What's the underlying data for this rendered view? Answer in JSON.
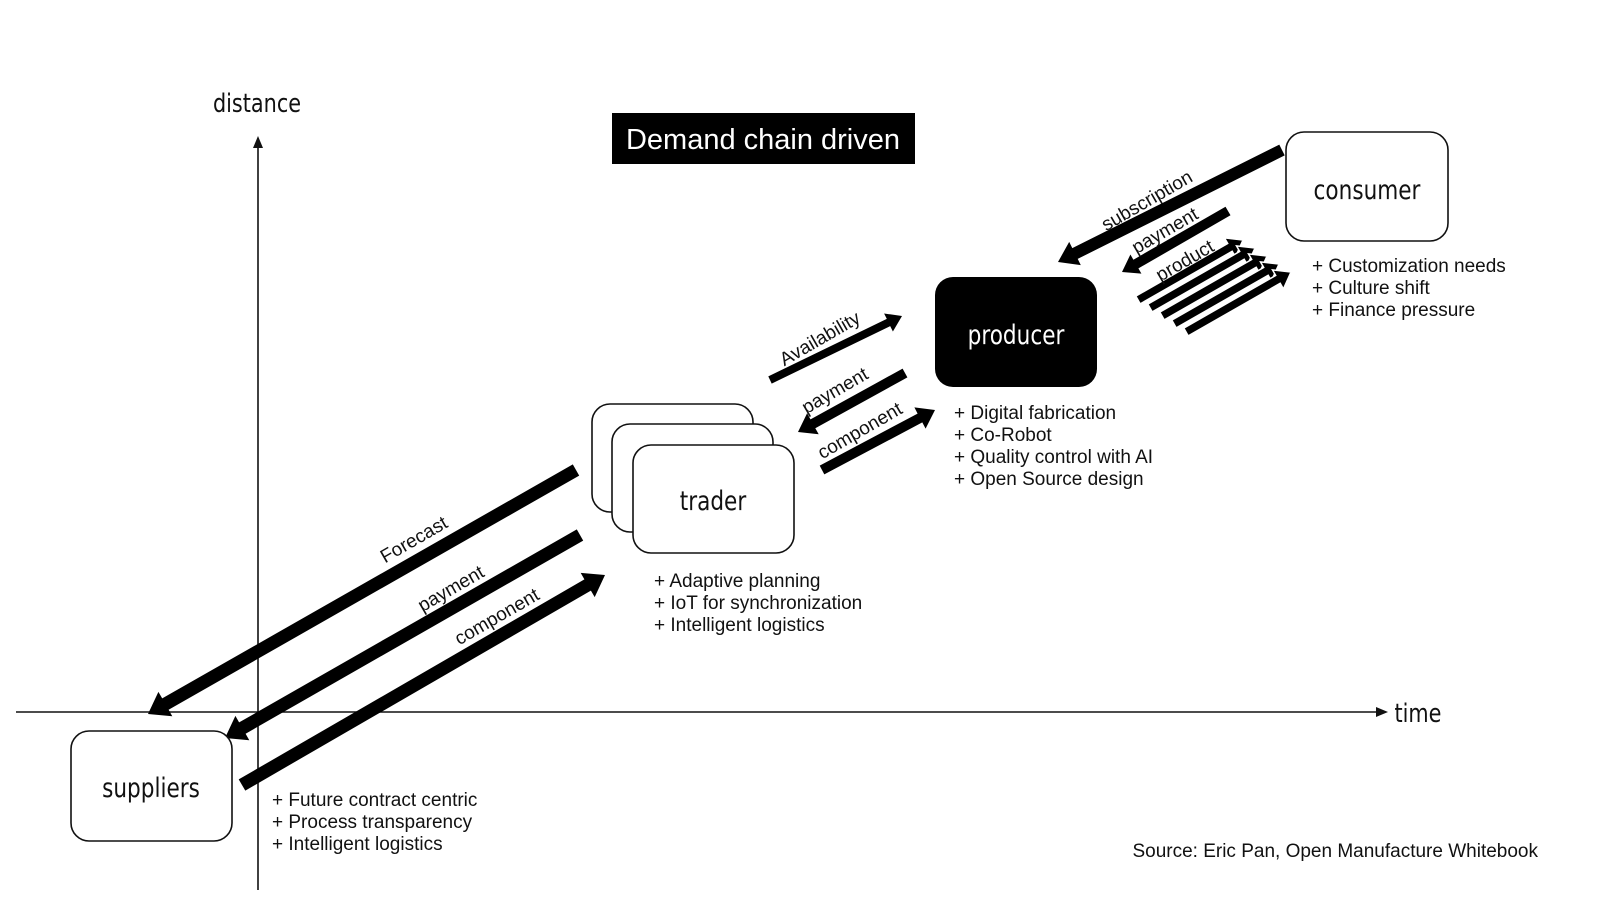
{
  "title": "Demand chain driven",
  "axes": {
    "y_label": "distance",
    "x_label": "time"
  },
  "nodes": {
    "suppliers": {
      "label": "suppliers",
      "notes": [
        "+ Future contract centric",
        "+ Process transparency",
        "+ Intelligent logistics"
      ]
    },
    "trader": {
      "label": "trader",
      "notes": [
        "+ Adaptive planning",
        "+ IoT for synchronization",
        "+ Intelligent logistics"
      ]
    },
    "producer": {
      "label": "producer",
      "notes": [
        "+ Digital fabrication",
        "+ Co-Robot",
        "+ Quality control with AI",
        "+ Open Source design"
      ]
    },
    "consumer": {
      "label": "consumer",
      "notes": [
        "+ Customization needs",
        "+ Culture shift",
        "+ Finance pressure"
      ]
    }
  },
  "flows": {
    "supplier_trader": [
      "Forecast",
      "payment",
      "component"
    ],
    "trader_producer": [
      "Availability",
      "payment",
      "component"
    ],
    "producer_consumer": [
      "subscription",
      "payment",
      "product"
    ]
  },
  "source": "Source: Eric Pan, Open Manufacture Whitebook",
  "colors": {
    "ink": "#000000",
    "background": "#ffffff",
    "title_bg": "#000000",
    "title_text": "#ffffff"
  }
}
